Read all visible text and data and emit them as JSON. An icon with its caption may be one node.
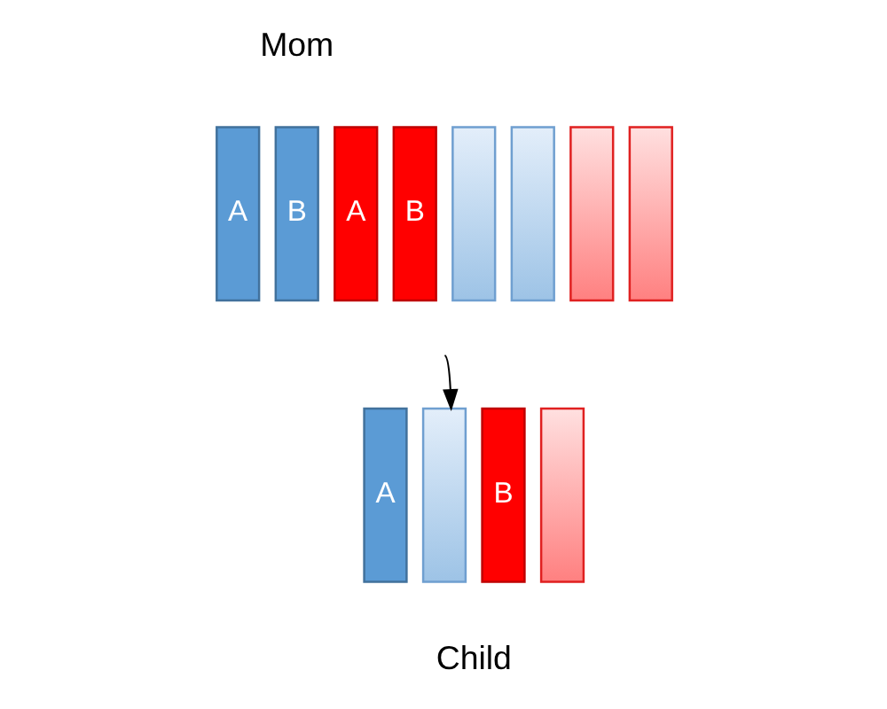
{
  "diagram": {
    "nodes": [
      {
        "text": [
          "A"
        ]
      },
      {
        "text": [
          "B"
        ]
      },
      {
        "text": [
          "A"
        ]
      },
      {
        "text": [
          "B"
        ]
      },
      {
        "text": [],
        "shape": "bar"
      },
      {
        "text": [],
        "shape": "bar"
      },
      {
        "text": [],
        "shape": "bar"
      },
      {
        "text": [],
        "shape": "bar"
      },
      {
        "text": [
          "A"
        ]
      },
      {
        "text": [],
        "shape": "bar"
      },
      {
        "text": [
          "B"
        ]
      },
      {
        "text": [],
        "shape": "bar"
      }
    ],
    "edges": [
      {
        "from": null,
        "to": 9,
        "arrow": "to"
      }
    ],
    "labels": [
      "Mom",
      "Child"
    ]
  }
}
